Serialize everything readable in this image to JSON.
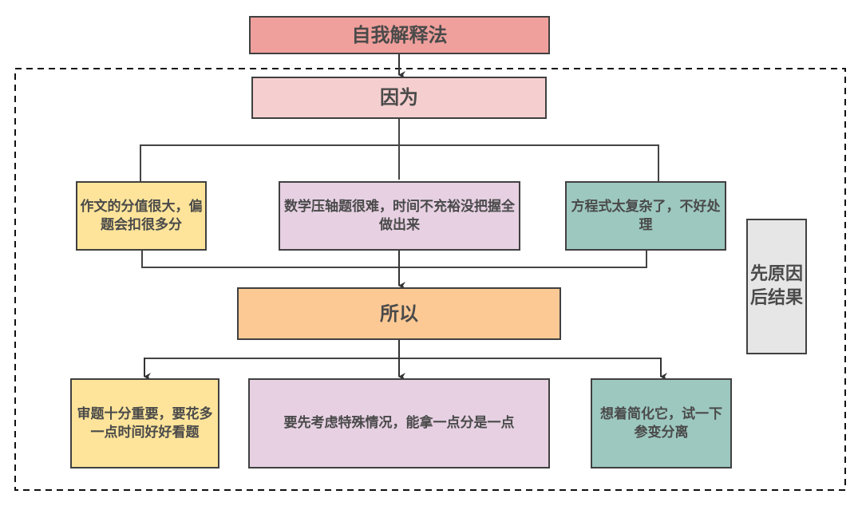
{
  "diagram": {
    "title": "自我解释法",
    "because_label": "因为",
    "so_label": "所以",
    "causes": [
      {
        "text": "作文的分值很大，偏题会扣很多分",
        "color": "#fde49a"
      },
      {
        "text": "数学压轴题很难，时间不充裕没把握全做出来",
        "color": "#e6d0e2"
      },
      {
        "text": "方程式太复杂了，不好处理",
        "color": "#9dc8bf"
      }
    ],
    "results": [
      {
        "text": "审题十分重要，要花多一点时间好好看题",
        "color": "#fde49a"
      },
      {
        "text": "要先考虑特殊情况，能拿一点分是一点",
        "color": "#e6d0e2"
      },
      {
        "text": "想着简化它，试一下参变分离",
        "color": "#9dc8bf"
      }
    ],
    "side_note": "先原因后结果",
    "colors": {
      "title_fill": "#f0a09c",
      "because_fill": "#f5cfcf",
      "so_fill": "#fcc995",
      "side_fill": "#e6e6e6",
      "stroke": "#404040",
      "text": "#4a4a4a"
    }
  }
}
